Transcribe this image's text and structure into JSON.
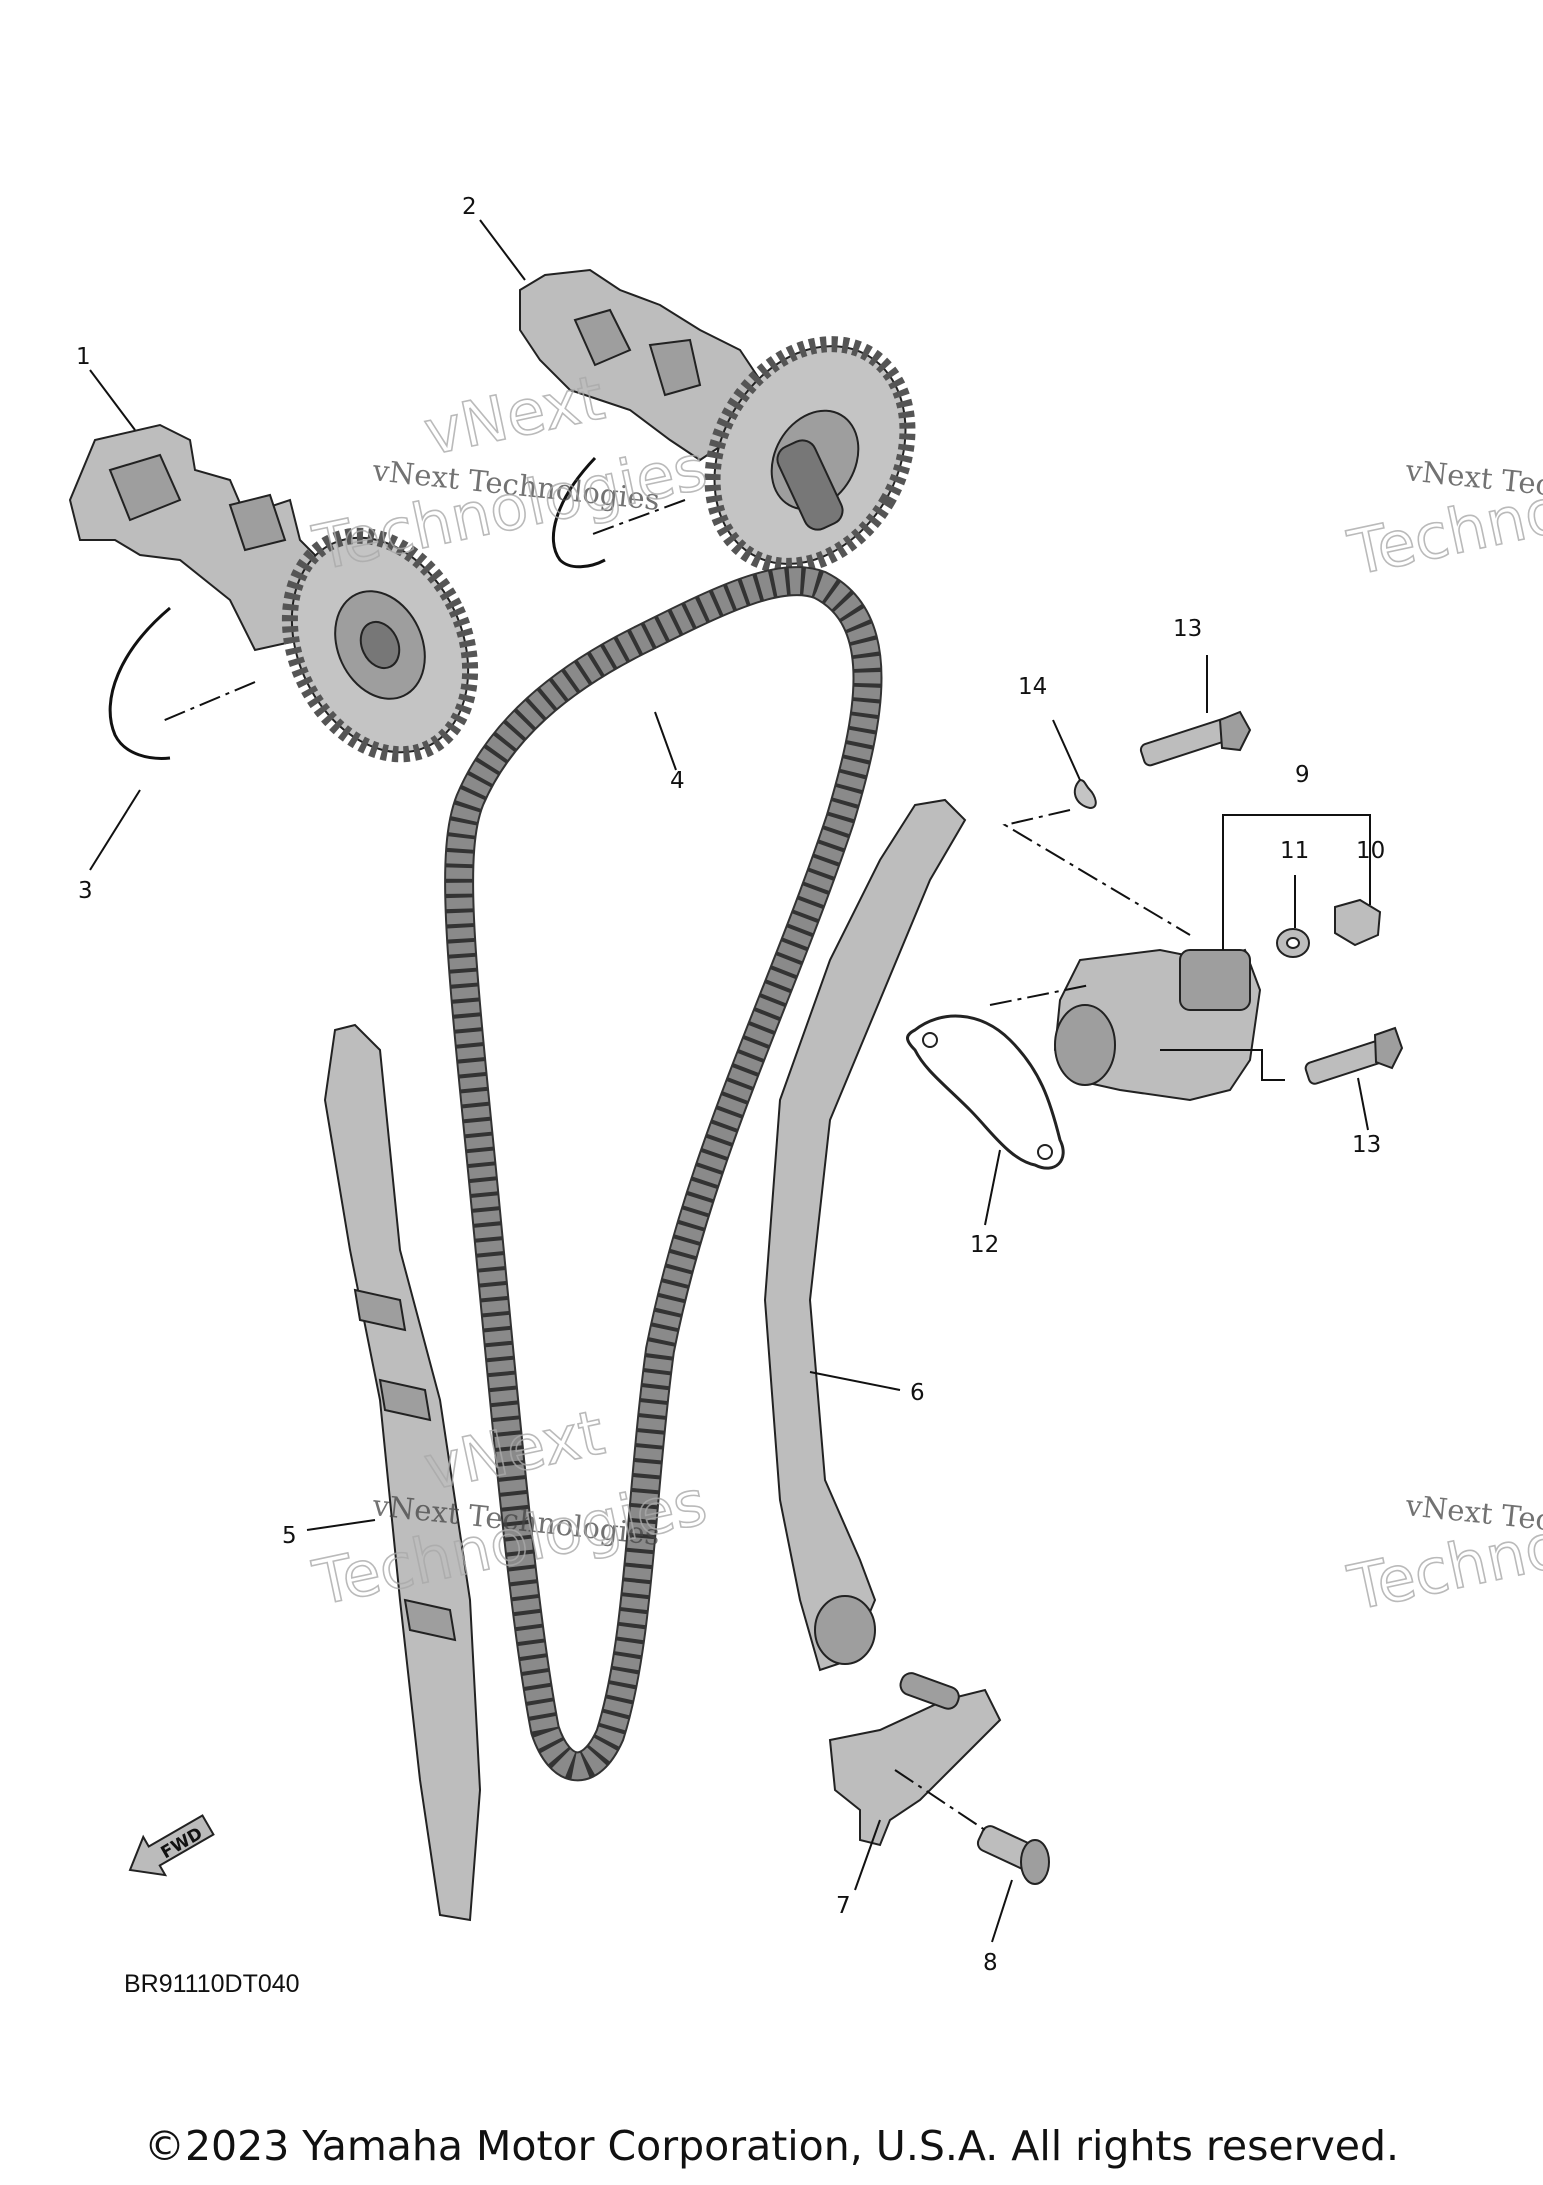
{
  "diagram": {
    "callouts": {
      "c1": "1",
      "c2": "2",
      "c3": "3",
      "c4": "4",
      "c5": "5",
      "c6": "6",
      "c7": "7",
      "c8": "8",
      "c9": "9",
      "c10": "10",
      "c11": "11",
      "c12": "12",
      "c13a": "13",
      "c13b": "13",
      "c14": "14"
    },
    "fwd_label": "FWD",
    "code": "BR91110DT040",
    "copyright": "©2023 Yamaha Motor Corporation, U.S.A. All rights reserved.",
    "watermark": {
      "line1": "vNext",
      "line2": "vNext Technologies",
      "line3": "Technologies",
      "line2_cut": "vNext Tec",
      "line3_cut": "Techno"
    }
  }
}
